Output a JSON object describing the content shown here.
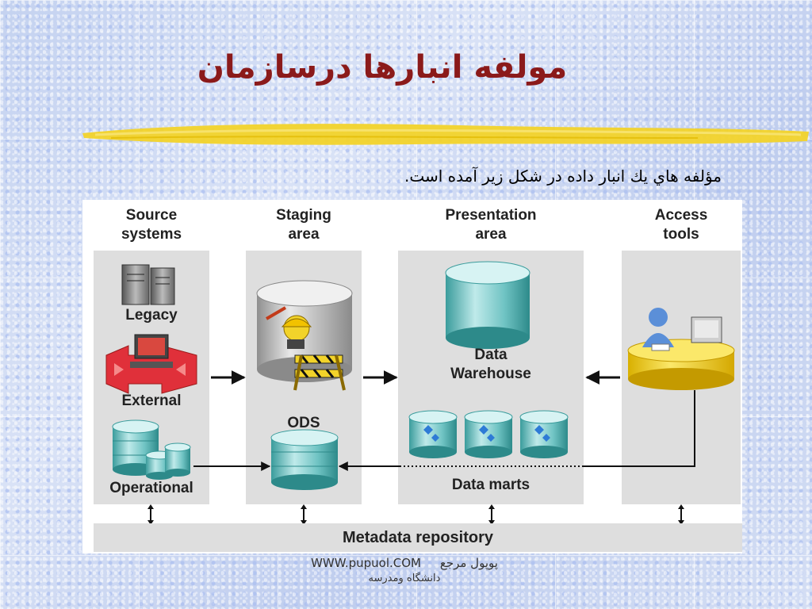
{
  "slide": {
    "title": "مولفه انبارها درسازمان",
    "subtitle": "مؤلفه هاي يك انبار داده در شكل زير آمده است.",
    "footer_site": "WWW.pupuol.COM",
    "footer_brand": "پوپول مرجع",
    "footer_sub": "دانشگاه ومدرسه"
  },
  "diagram": {
    "columns": [
      {
        "header": "Source\nsystems"
      },
      {
        "header": "Staging\narea"
      },
      {
        "header": "Presentation\narea"
      },
      {
        "header": "Access\ntools"
      }
    ],
    "labels": {
      "legacy": "Legacy",
      "external": "External",
      "operational": "Operational",
      "ods": "ODS",
      "data_warehouse": "Data\nWarehouse",
      "data_marts": "Data marts",
      "metadata": "Metadata repository"
    },
    "colors": {
      "title": "#8b1a1a",
      "panel": "#dedede",
      "cylinder": "#6fc3c3",
      "external": "#e0303a",
      "access_desk": "#f2d32a",
      "highlighter": "#f2d32a"
    }
  }
}
